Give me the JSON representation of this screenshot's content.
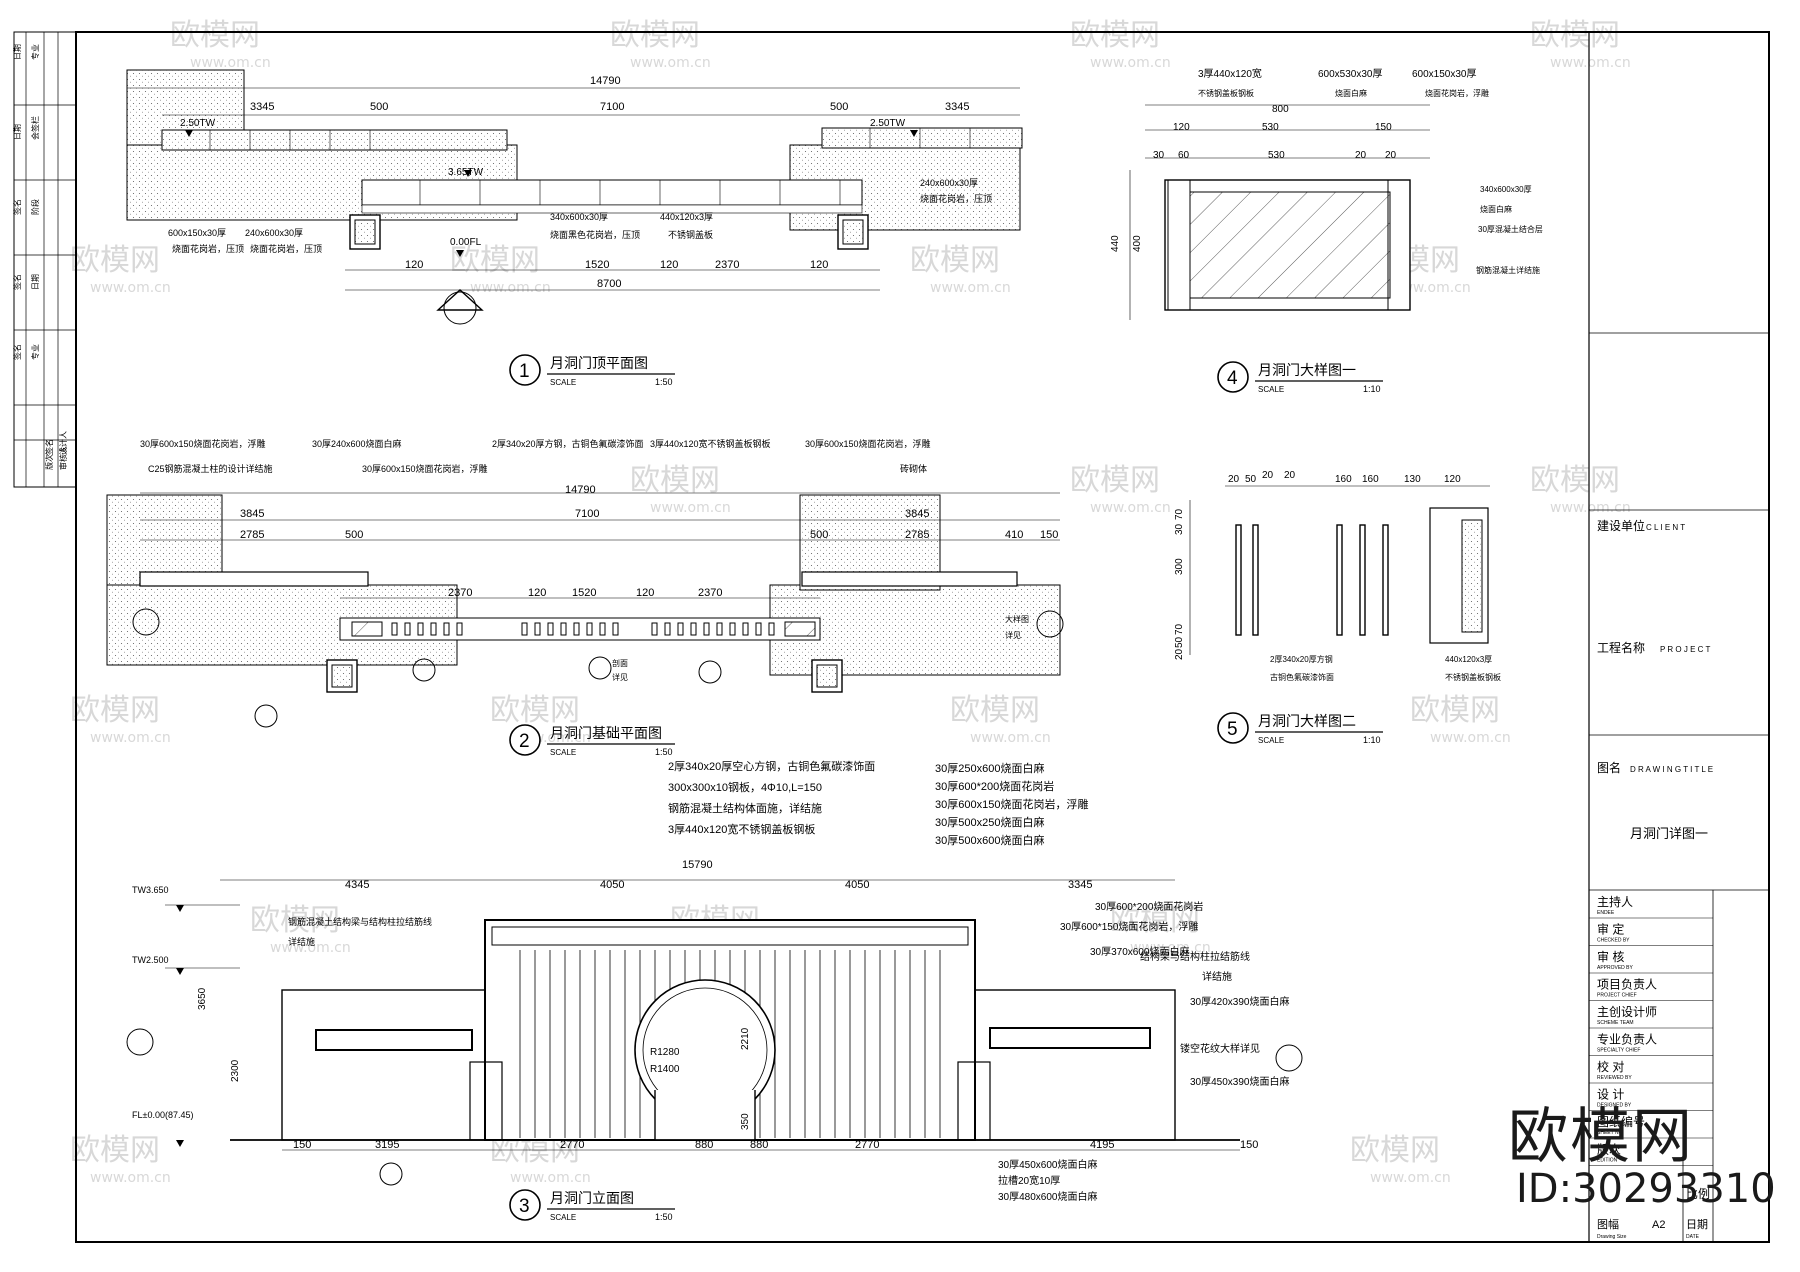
{
  "watermark": {
    "brand": "欧模网",
    "url": "www.om.cn",
    "id_text": "ID:30293310"
  },
  "drawings": [
    {
      "num": "1",
      "title": "月洞门顶平面图",
      "scale_label": "SCALE",
      "scale": "1:50"
    },
    {
      "num": "2",
      "title": "月洞门基础平面图",
      "scale_label": "SCALE",
      "scale": "1:50"
    },
    {
      "num": "3",
      "title": "月洞门立面图",
      "scale_label": "SCALE",
      "scale": "1:50"
    },
    {
      "num": "4",
      "title": "月洞门大样图一",
      "scale_label": "SCALE",
      "scale": "1:10"
    },
    {
      "num": "5",
      "title": "月洞门大样图二",
      "scale_label": "SCALE",
      "scale": "1:10"
    }
  ],
  "plan1": {
    "dims_top": [
      "14790",
      "3345",
      "500",
      "7100",
      "500",
      "3345"
    ],
    "dims_bottom": [
      "8700",
      "120",
      "1520",
      "120",
      "2370",
      "120"
    ],
    "levels": [
      "2.50TW",
      "3.65TW",
      "2.50TW",
      "0.00FL"
    ],
    "notes": [
      "600x150x30厚",
      "烧面花岗岩，压顶",
      "240x600x30厚",
      "烧面花岗岩，压顶",
      "340x600x30厚",
      "烧面黑色花岗岩，压顶",
      "440x120x3厚",
      "不锈钢盖板",
      "240x600x30厚",
      "烧面花岗岩，压顶"
    ]
  },
  "plan2": {
    "dims_top": [
      "14790",
      "3845",
      "2785",
      "500",
      "7100",
      "500",
      "2785",
      "3845",
      "410",
      "150"
    ],
    "dims_mid": [
      "2370",
      "120",
      "1520",
      "120",
      "2370"
    ],
    "notes": [
      "30厚600x150烧面花岗岩，浮雕",
      "C25钢筋混凝土柱的设计详结施",
      "30厚240x600烧面白麻",
      "30厚600x150烧面花岗岩，浮雕",
      "2厚340x20厚方钢，古铜色氟碳漆饰面",
      "3厚440x120宽不锈钢盖板钢板",
      "30厚600x150烧面花岗岩，浮雕",
      "砖砌体"
    ],
    "callouts": [
      "大样图",
      "详见",
      "剖面",
      "详见"
    ]
  },
  "notes_center": [
    "2厚340x20厚空心方钢，古铜色氟碳漆饰面",
    "300x300x10钢板，4Φ10,L=150",
    "钢筋混凝土结构体面施，详结施",
    "3厚440x120宽不锈钢盖板钢板"
  ],
  "notes_right": [
    "30厚250x600烧面白麻",
    "30厚600*200烧面花岗岩",
    "30厚600x150烧面花岗岩，浮雕",
    "30厚500x250烧面白麻",
    "30厚500x600烧面白麻"
  ],
  "elevation": {
    "dims_top": [
      "15790",
      "4345",
      "4050",
      "4050",
      "3345"
    ],
    "dims_bottom": [
      "150",
      "3195",
      "2770",
      "880",
      "880",
      "2770",
      "4195",
      "150"
    ],
    "levels": [
      "TW3.650",
      "TW2.500",
      "FL±0.00(87.45)"
    ],
    "radius": [
      "R1280",
      "R1400"
    ],
    "heights": [
      "3650",
      "2300",
      "2210",
      "350"
    ],
    "notes_right": [
      "30厚600*200烧面花岗岩",
      "30厚600*150烧面花岗岩，浮雕",
      "30厚370x600烧面白麻",
      "结构架与结构柱拉结筋线",
      "详结施",
      "30厚420x390烧面白麻",
      "镂空花纹大样详见",
      "30厚450x390烧面白麻"
    ],
    "notes_left": [
      "钢筋混凝土结构梁与结构柱拉结筋线",
      "详结施"
    ],
    "notes_bottom": [
      "30厚450x600烧面白麻",
      "拉槽20宽10厚",
      "30厚480x600烧面白麻"
    ]
  },
  "detail4": {
    "dims": [
      "3厚440x120宽",
      "600x530x30厚",
      "600x150x30厚",
      "800",
      "120",
      "530",
      "150",
      "30",
      "60",
      "530",
      "20",
      "20",
      "440",
      "400"
    ],
    "notes": [
      "不锈钢盖板钢板",
      "烧面白麻",
      "烧面花岗岩，浮雕",
      "340x600x30厚",
      "烧面白麻",
      "30厚混凝土结合层",
      "钢筋混凝土详结施"
    ]
  },
  "detail5": {
    "dims": [
      "20",
      "50",
      "20",
      "20",
      "160",
      "160",
      "130",
      "120",
      "70",
      "30",
      "300",
      "70",
      "50",
      "20"
    ],
    "notes": [
      "2厚340x20厚方钢",
      "古铜色氟碳漆饰面",
      "440x120x3厚",
      "不锈钢盖板钢板"
    ]
  },
  "title_block": {
    "client_label": "建设单位",
    "client_en": "C L I E N T",
    "project_label": "工程名称",
    "project_en": "P R O J E C T",
    "drawing_label": "图名",
    "drawing_en": "D R A W I N G T I T L E",
    "drawing_name": "月洞门详图一",
    "roles": [
      {
        "cn": "主持人",
        "en": "ENDEE"
      },
      {
        "cn": "审  定",
        "en": "CHECKED BY"
      },
      {
        "cn": "审  核",
        "en": "APPROVED BY"
      },
      {
        "cn": "项目负责人",
        "en": "PROJECT CHIEF"
      },
      {
        "cn": "主创设计师",
        "en": "SCHEME TEAM"
      },
      {
        "cn": "专业负责人",
        "en": "SPECIALTY CHIEF"
      },
      {
        "cn": "校  对",
        "en": "REVIEWED BY"
      },
      {
        "cn": "设  计",
        "en": "DESIGNED BY"
      },
      {
        "cn": "图纸编号",
        "en": "SHEET NO."
      },
      {
        "cn": "版次",
        "en": "EDITION"
      }
    ],
    "scale_label": "比例",
    "size_label": "图幅",
    "size_en": "Drawing Size",
    "size_value": "A2",
    "date_label": "日期",
    "date_en": "DATE"
  },
  "left_strip": [
    "日期",
    "日期",
    "签名",
    "签名",
    "专业",
    "会签栏",
    "阶段",
    "日期",
    "专业",
    "签名",
    "签名",
    "版次",
    "设计人",
    "审核人"
  ]
}
